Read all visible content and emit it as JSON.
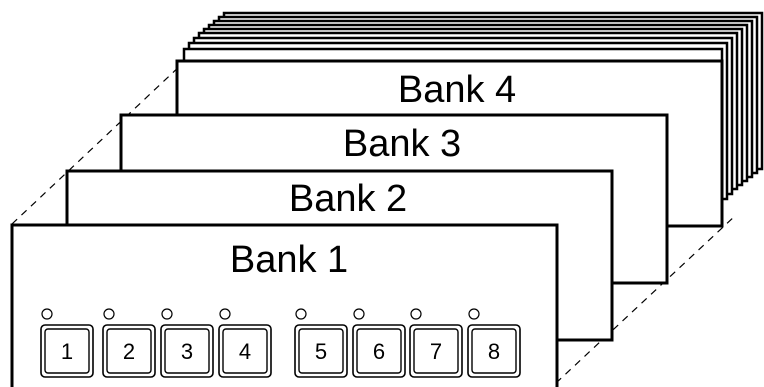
{
  "banks": [
    {
      "label": "Bank 1"
    },
    {
      "label": "Bank 2"
    },
    {
      "label": "Bank 3"
    },
    {
      "label": "Bank 4"
    }
  ],
  "buttons": [
    "1",
    "2",
    "3",
    "4",
    "5",
    "6",
    "7",
    "8"
  ]
}
